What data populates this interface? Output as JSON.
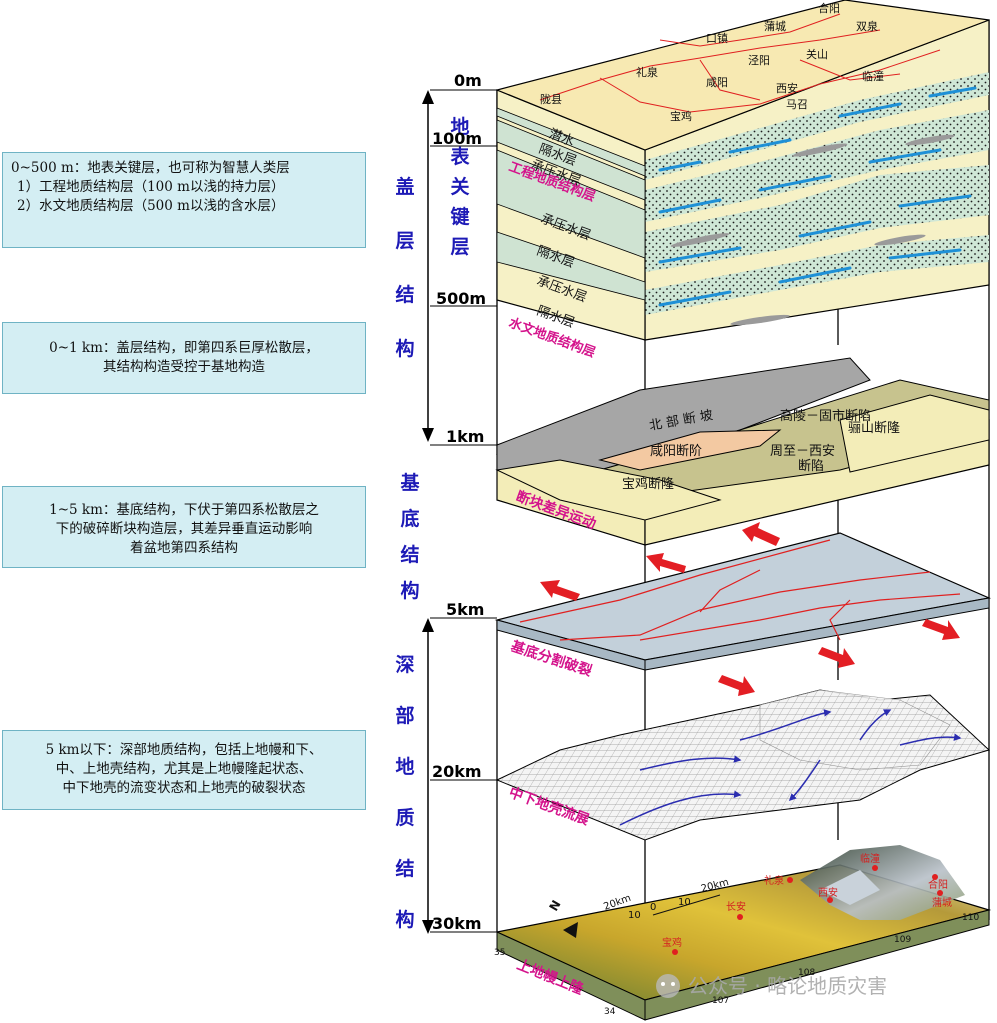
{
  "notes": {
    "surface_layer": {
      "line1": "0~500 m：地表关键层，也可称为智慧人类层",
      "line2": "1）工程地质结构层（100 m以浅的持力层）",
      "line3": "2）水文地质结构层（500 m以浅的含水层）"
    },
    "cover": {
      "line1": "0~1 km：盖层结构，即第四系巨厚松散层，",
      "line2": "其结构构造受控于基地构造"
    },
    "basement": {
      "line1": "1~5 km：基底结构，下伏于第四系松散层之",
      "line2": "下的破碎断块构造层，其差异垂直运动影响",
      "line3": "着盆地第四系结构"
    },
    "deep": {
      "line1": "5 km以下：深部地质结构，包括上地幔和下、",
      "line2": "中、上地壳结构，尤其是上地幔隆起状态、",
      "line3": "中下地壳的流变状态和上地壳的破裂状态"
    }
  },
  "vertical_titles": {
    "cover_structure": [
      "盖",
      "层",
      "结",
      "构"
    ],
    "surface_key_layer": [
      "地",
      "表",
      "关",
      "键",
      "层"
    ],
    "basement_structure": [
      "基",
      "底",
      "结",
      "构"
    ],
    "deep_structure": [
      "深",
      "部",
      "地",
      "质",
      "结",
      "构"
    ]
  },
  "depth_labels": [
    "0m",
    "100m",
    "500m",
    "1km",
    "5km",
    "20km",
    "30km"
  ],
  "top_map": {
    "places": [
      "合阳",
      "蒲城",
      "双泉",
      "口镇",
      "泾阳",
      "关山",
      "礼泉",
      "咸阳",
      "临潼",
      "西安",
      "陇县",
      "马召",
      "宝鸡"
    ]
  },
  "strata": {
    "layers": [
      "潜水",
      "隔水层",
      "承压水层",
      "工程地质结构层",
      "承压水层",
      "隔水层",
      "承压水层",
      "隔水层"
    ],
    "caption": "水文地质结构层"
  },
  "basement_block": {
    "units": [
      "北 部 断 坡",
      "高陵－固市断陷",
      "咸阳断阶",
      "周至－西安",
      "断陷",
      "骊山断隆",
      "宝鸡断隆"
    ],
    "caption": "断块差异运动"
  },
  "fracture_plate": {
    "caption": "基底分割破裂"
  },
  "mesh_surface": {
    "caption": "中下地壳流展"
  },
  "mantle_surface": {
    "caption": "上地幔上隆",
    "scale": [
      "20km",
      "10",
      "0",
      "10",
      "20km"
    ],
    "lat_ticks": [
      "35",
      "34"
    ],
    "lon_ticks": [
      "107",
      "108",
      "109",
      "110"
    ],
    "places": [
      "宝鸡",
      "长安",
      "礼泉",
      "西安",
      "合阳",
      "蒲城",
      "临潼"
    ],
    "compass": "N"
  },
  "watermark": "公众号 · 略论地质灾害",
  "colors": {
    "title_blue": "#1d1ab6",
    "caption_magenta": "#d4148c",
    "note_bg": "#d4eef3",
    "fault_red": "#e02020",
    "arrow_red": "#e31e24"
  }
}
